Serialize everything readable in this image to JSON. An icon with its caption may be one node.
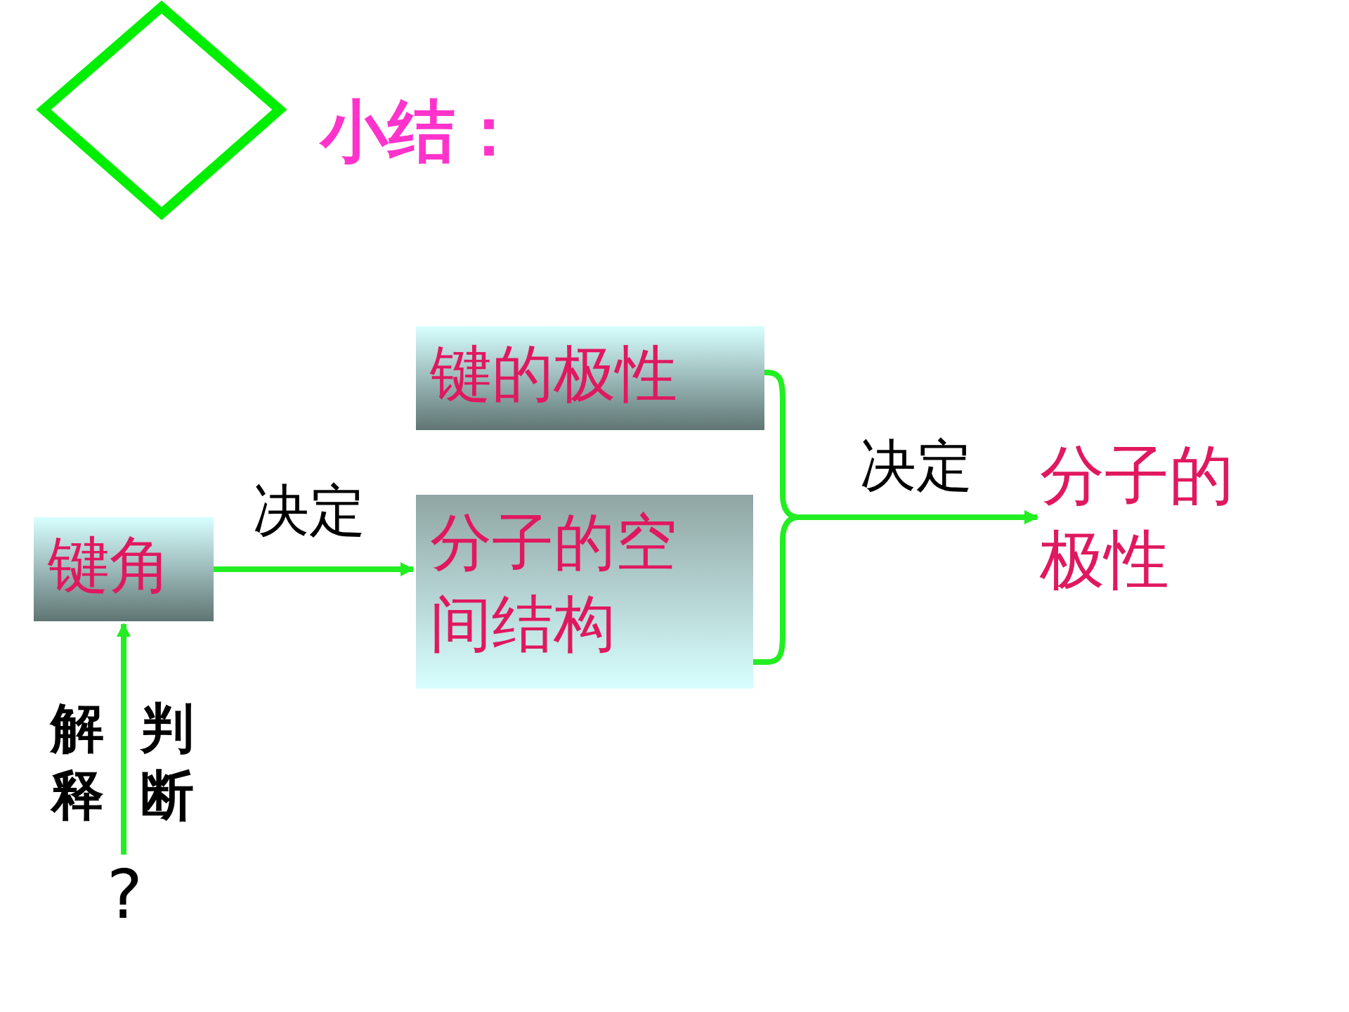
{
  "diagram": {
    "title": "小结：",
    "nodes": [
      {
        "text": [
          "键的极性"
        ]
      },
      {
        "text": [
          "分子的空间结构"
        ]
      },
      {
        "text": [
          "键角"
        ]
      },
      {
        "text": [
          "分子的极性"
        ]
      },
      {
        "text": [
          "?"
        ]
      }
    ],
    "edges": [
      {
        "from": 2,
        "to": 1,
        "arrow": "to",
        "label": "决定"
      },
      {
        "from": 0,
        "to": 3,
        "arrow": "to",
        "label": "决定"
      },
      {
        "from": 1,
        "to": 3,
        "arrow": "to"
      },
      {
        "from": 4,
        "to": 2,
        "arrow": "to"
      }
    ],
    "labels": [
      "解释",
      "判断"
    ]
  }
}
